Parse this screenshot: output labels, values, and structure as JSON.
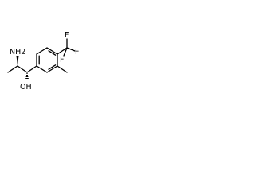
{
  "molecule": {
    "labels": {
      "amine": "NH2",
      "hydroxyl": "OH",
      "fluorine_top": "F",
      "fluorine_left": "F",
      "fluorine_right": "F"
    }
  }
}
